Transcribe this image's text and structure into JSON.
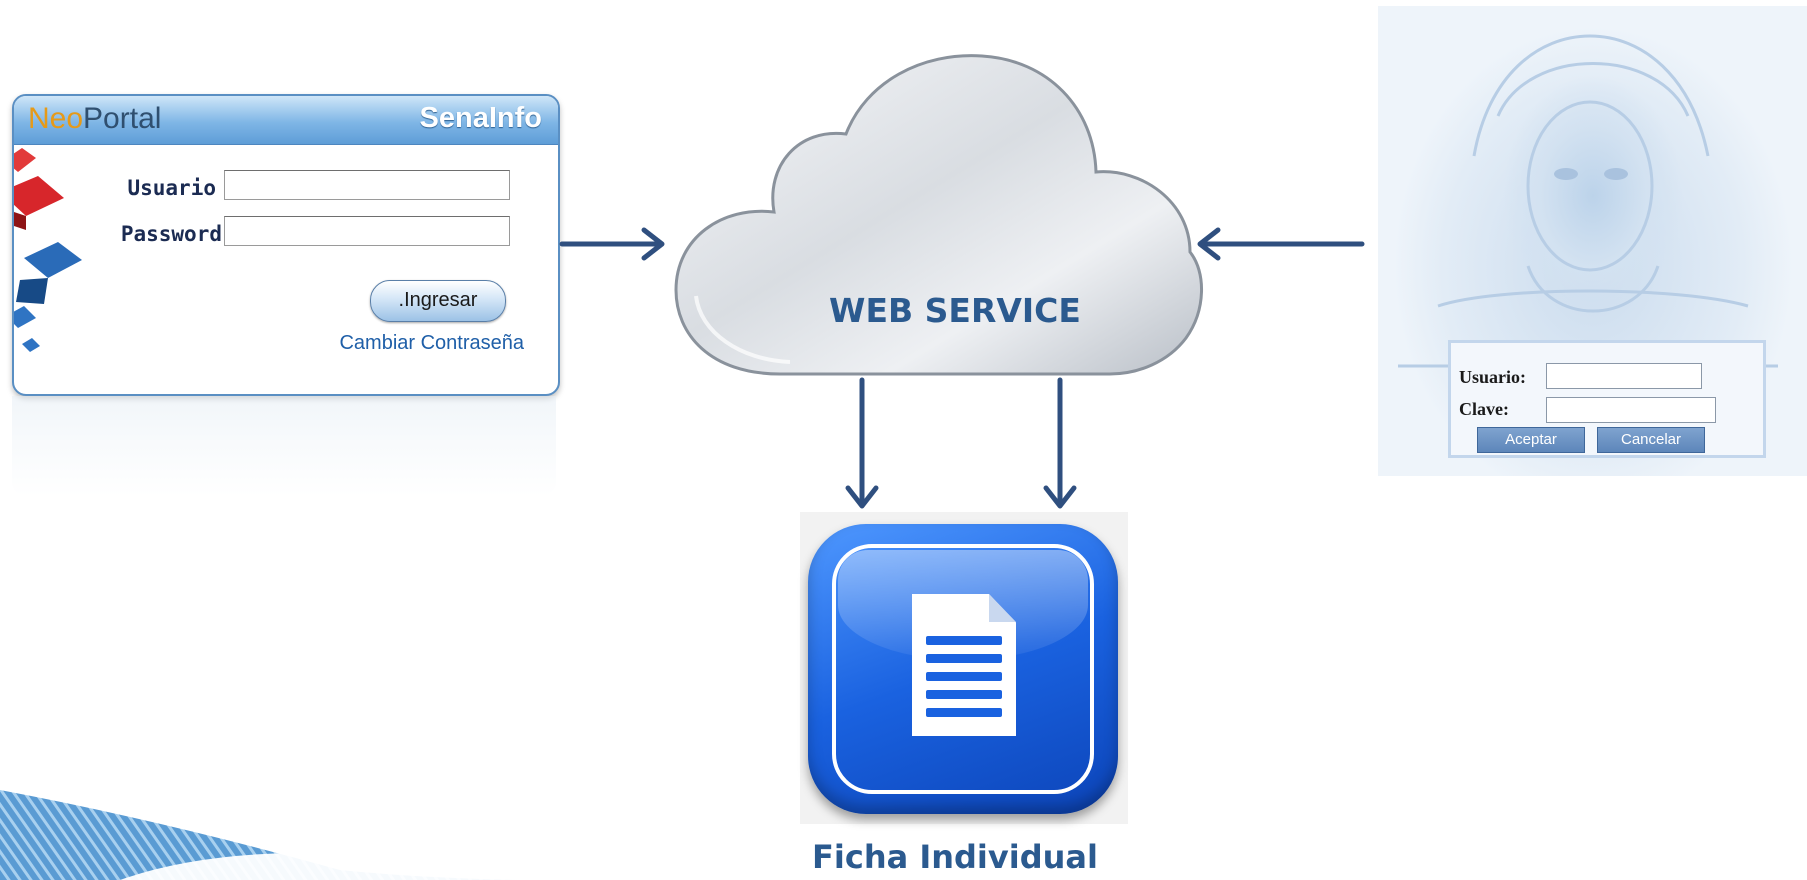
{
  "neoportal": {
    "brand_prefix": "Neo",
    "brand_suffix": "Portal",
    "product": "SenaInfo",
    "user_label": "Usuario",
    "password_label": "Password",
    "login_button": ".Ingresar",
    "change_password_link": "Cambiar Contraseña"
  },
  "cloud": {
    "label": "WEB SERVICE"
  },
  "document": {
    "label": "Ficha Individual"
  },
  "right_login": {
    "user_label": "Usuario:",
    "password_label": "Clave:",
    "accept_button": "Aceptar",
    "cancel_button": "Cancelar"
  },
  "colors": {
    "arrow": "#2f4f7f",
    "label_text": "#2b5a8f",
    "icon_blue": "#1a62e0"
  }
}
